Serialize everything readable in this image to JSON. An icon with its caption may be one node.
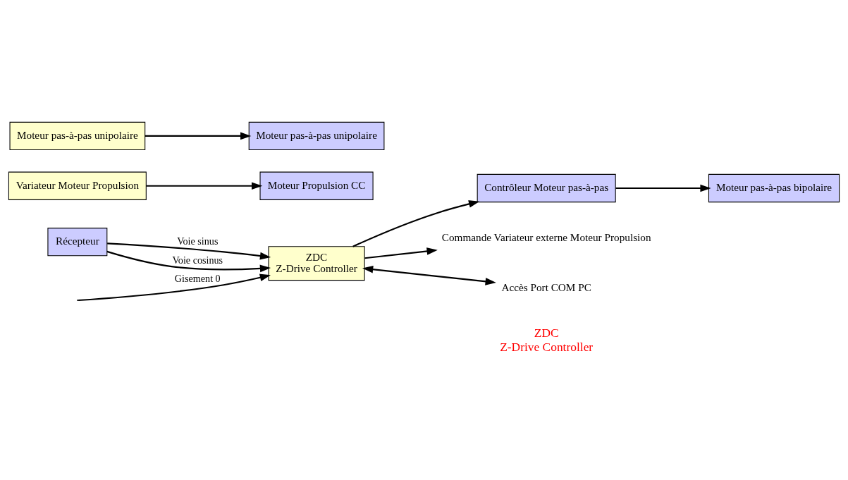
{
  "diagram": {
    "nodes": [
      {
        "text": [
          "Récepteur"
        ]
      },
      {
        "text": [
          "ZDC",
          "Z-Drive Controller"
        ]
      },
      {
        "text": [
          "Variateur Moteur Propulsion"
        ]
      },
      {
        "text": [
          "Moteur pas-à-pas unipolaire"
        ]
      },
      {
        "text": [
          "Contrôleur Moteur pas-à-pas"
        ]
      },
      {
        "text": [
          "Moteur pas-à-pas bipolaire"
        ]
      },
      {
        "text": [
          "Moteur Propulsion CC"
        ]
      },
      {
        "text": [
          "Moteur pas-à-pas unipolaire"
        ]
      },
      {
        "text": [
          "Commande Variateur externe Moteur Propulsion"
        ]
      },
      {
        "text": [
          "Accès Port COM PC"
        ]
      }
    ],
    "edges": [
      {
        "from": null,
        "to": 1,
        "arrow": "to",
        "label": "Gisement 0"
      },
      {
        "from": 0,
        "to": 1,
        "arrow": "to",
        "label": "Voie sinus"
      },
      {
        "from": 0,
        "to": 1,
        "arrow": "to",
        "label": "Voie cosinus"
      },
      {
        "from": 1,
        "to": 4,
        "arrow": "to"
      },
      {
        "from": 1,
        "to": 8,
        "arrow": "to"
      },
      {
        "from": 4,
        "to": 5,
        "arrow": "to"
      },
      {
        "from": 2,
        "to": 6,
        "arrow": "to"
      },
      {
        "from": 3,
        "to": 7,
        "arrow": "to"
      },
      {
        "from": 1,
        "to": 9,
        "arrow": "both"
      }
    ],
    "labels": [
      "ZDC",
      "Z-Drive Controller"
    ]
  }
}
